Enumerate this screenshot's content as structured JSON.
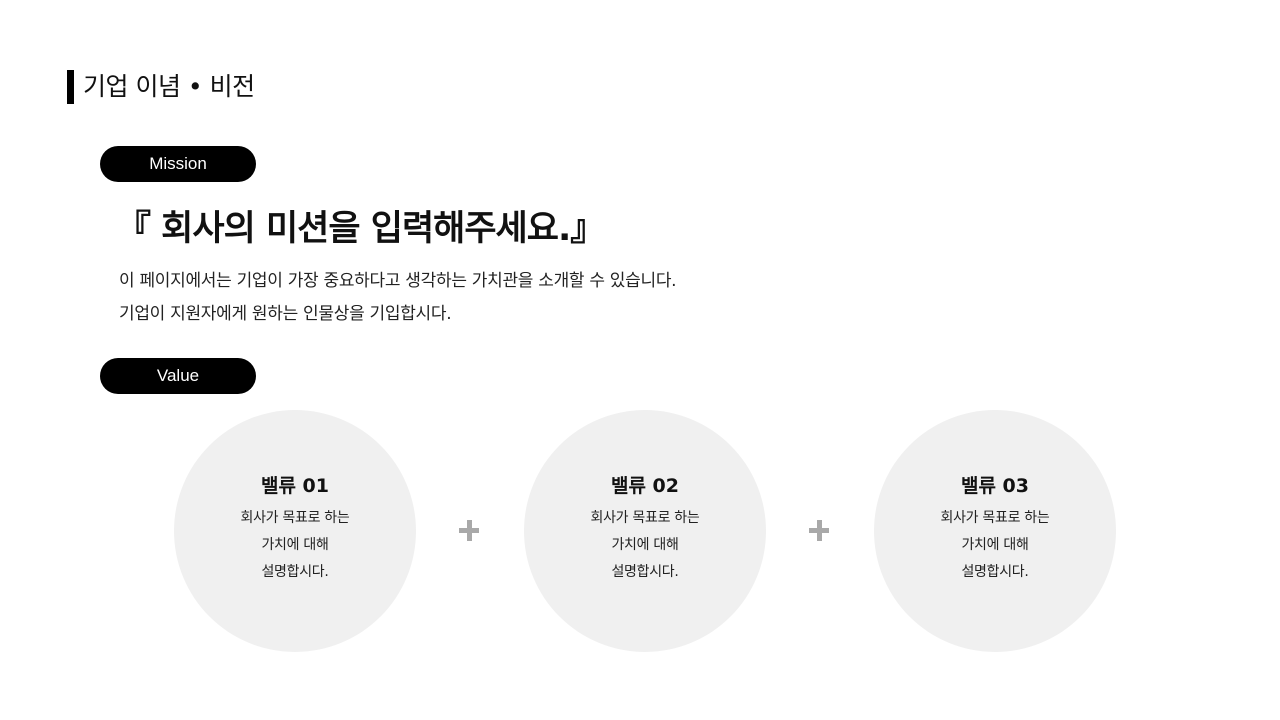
{
  "header": {
    "title": "기업 이념 • 비전"
  },
  "mission": {
    "label": "Mission",
    "heading": "『 회사의 미션을 입력해주세요.』",
    "description": [
      "이 페이지에서는 기업이 가장 중요하다고 생각하는 가치관을 소개할 수 있습니다.",
      "기업이 지원자에게 원하는 인물상을 기입합시다."
    ]
  },
  "value": {
    "label": "Value",
    "items": [
      {
        "title": "밸류 01",
        "lines": [
          "회사가 목표로 하는",
          "가치에 대해",
          "설명합시다."
        ]
      },
      {
        "title": "밸류 02",
        "lines": [
          "회사가 목표로 하는",
          "가치에 대해",
          "설명합시다."
        ]
      },
      {
        "title": "밸류 03",
        "lines": [
          "회사가 목표로 하는",
          "가치에 대해",
          "설명합시다."
        ]
      }
    ],
    "separator_icon": "plus-icon"
  },
  "colors": {
    "accent": "#000000",
    "circle_bg": "#f0f0f0",
    "plus": "#a9a9a9"
  }
}
